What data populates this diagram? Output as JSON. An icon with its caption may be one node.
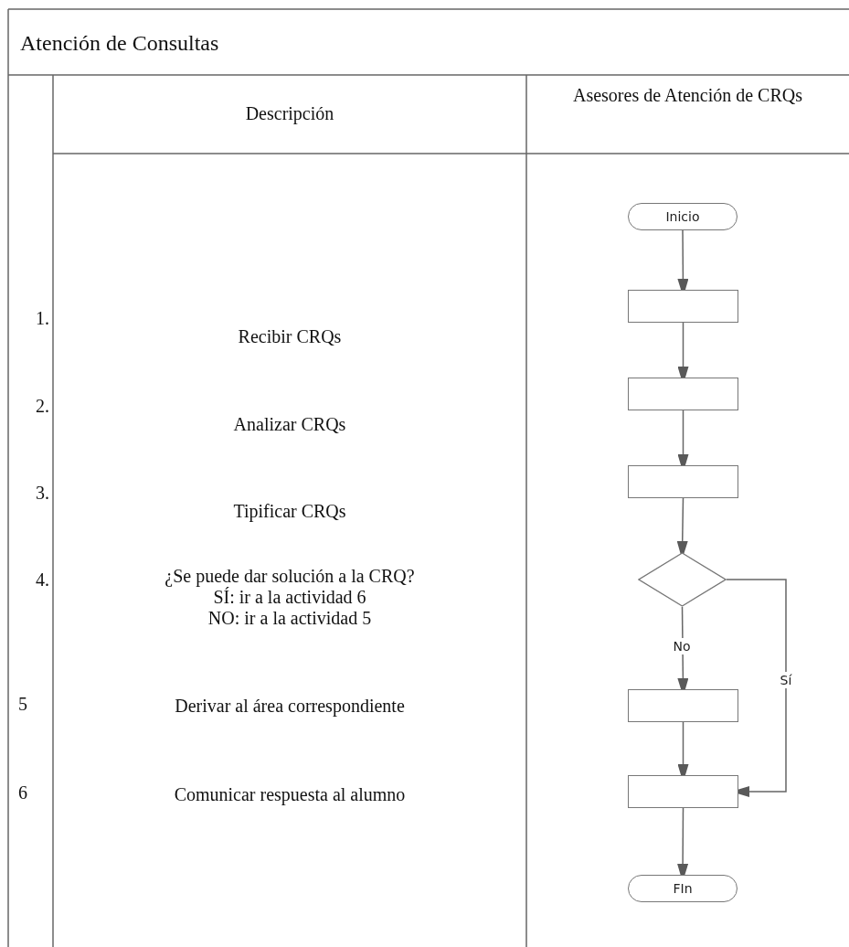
{
  "diagram": {
    "title": "Atención de Consultas",
    "nodes": [
      {
        "text": [
          "Inicio"
        ]
      },
      {
        "text": [],
        "shape": "box"
      },
      {
        "text": [],
        "shape": "box"
      },
      {
        "text": [],
        "shape": "box"
      },
      {
        "text": [],
        "shape": "diamond"
      },
      {
        "text": [],
        "shape": "box"
      },
      {
        "text": [],
        "shape": "box"
      },
      {
        "text": [
          "FIn"
        ]
      }
    ],
    "edges": [
      {
        "from": 0,
        "to": 1,
        "arrow": "to"
      },
      {
        "from": 1,
        "to": 2,
        "arrow": "to"
      },
      {
        "from": 2,
        "to": 3,
        "arrow": "to"
      },
      {
        "from": 3,
        "to": 4,
        "arrow": "to"
      },
      {
        "from": 4,
        "to": 5,
        "arrow": "to",
        "label": "No"
      },
      {
        "from": 4,
        "to": 6,
        "arrow": "to",
        "label": "Sí"
      },
      {
        "from": 5,
        "to": 6,
        "arrow": "to"
      },
      {
        "from": 6,
        "to": 7,
        "arrow": "to"
      }
    ],
    "labels": [
      "Descripción",
      "Asesores de Atención de CRQs",
      "1.",
      "Recibir CRQs",
      "2.",
      "Analizar CRQs",
      "3.",
      "Tipificar CRQs",
      "4.",
      "¿Se puede dar solución a la CRQ?",
      "SÍ: ir a la actividad 6",
      "NO: ir a la actividad 5",
      "5",
      "Derivar al área correspondiente",
      "6",
      "Comunicar respuesta al alumno"
    ]
  }
}
